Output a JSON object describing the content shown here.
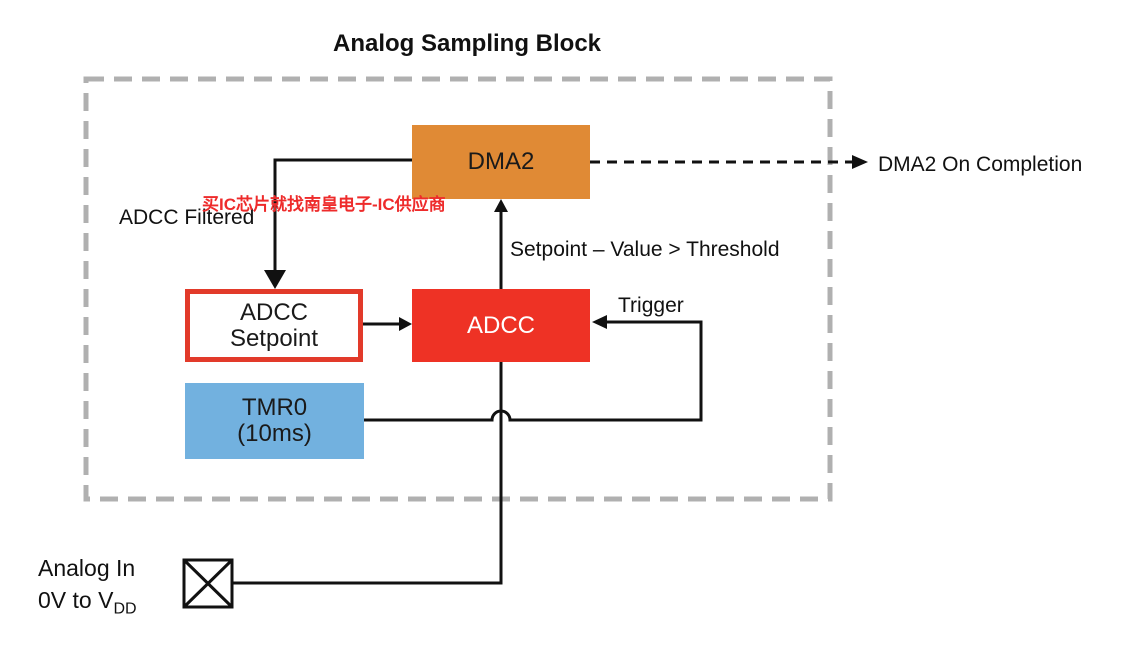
{
  "diagram": {
    "title": "Analog Sampling Block",
    "blocks": {
      "dma2": "DMA2",
      "adcc": "ADCC",
      "adcc_setpoint": [
        "ADCC",
        "Setpoint"
      ],
      "tmr0": [
        "TMR0",
        "(10ms)"
      ]
    },
    "labels": {
      "adcc_filtered": "ADCC Filtered",
      "threshold_condition": "Setpoint – Value > Threshold",
      "trigger": "Trigger",
      "dma2_output": "DMA2 On Completion"
    },
    "input": {
      "name": "Analog In",
      "range_prefix": "0V to V",
      "range_subscript": "DD"
    },
    "watermark": "买IC芯片就找南皇电子-IC供应商",
    "colors": {
      "dma2": "#e08a35",
      "adcc": "#ee3225",
      "setpoint_border": "#e23a2a",
      "tmr0": "#72b1df",
      "dashed_border": "#b0b0b0"
    }
  }
}
